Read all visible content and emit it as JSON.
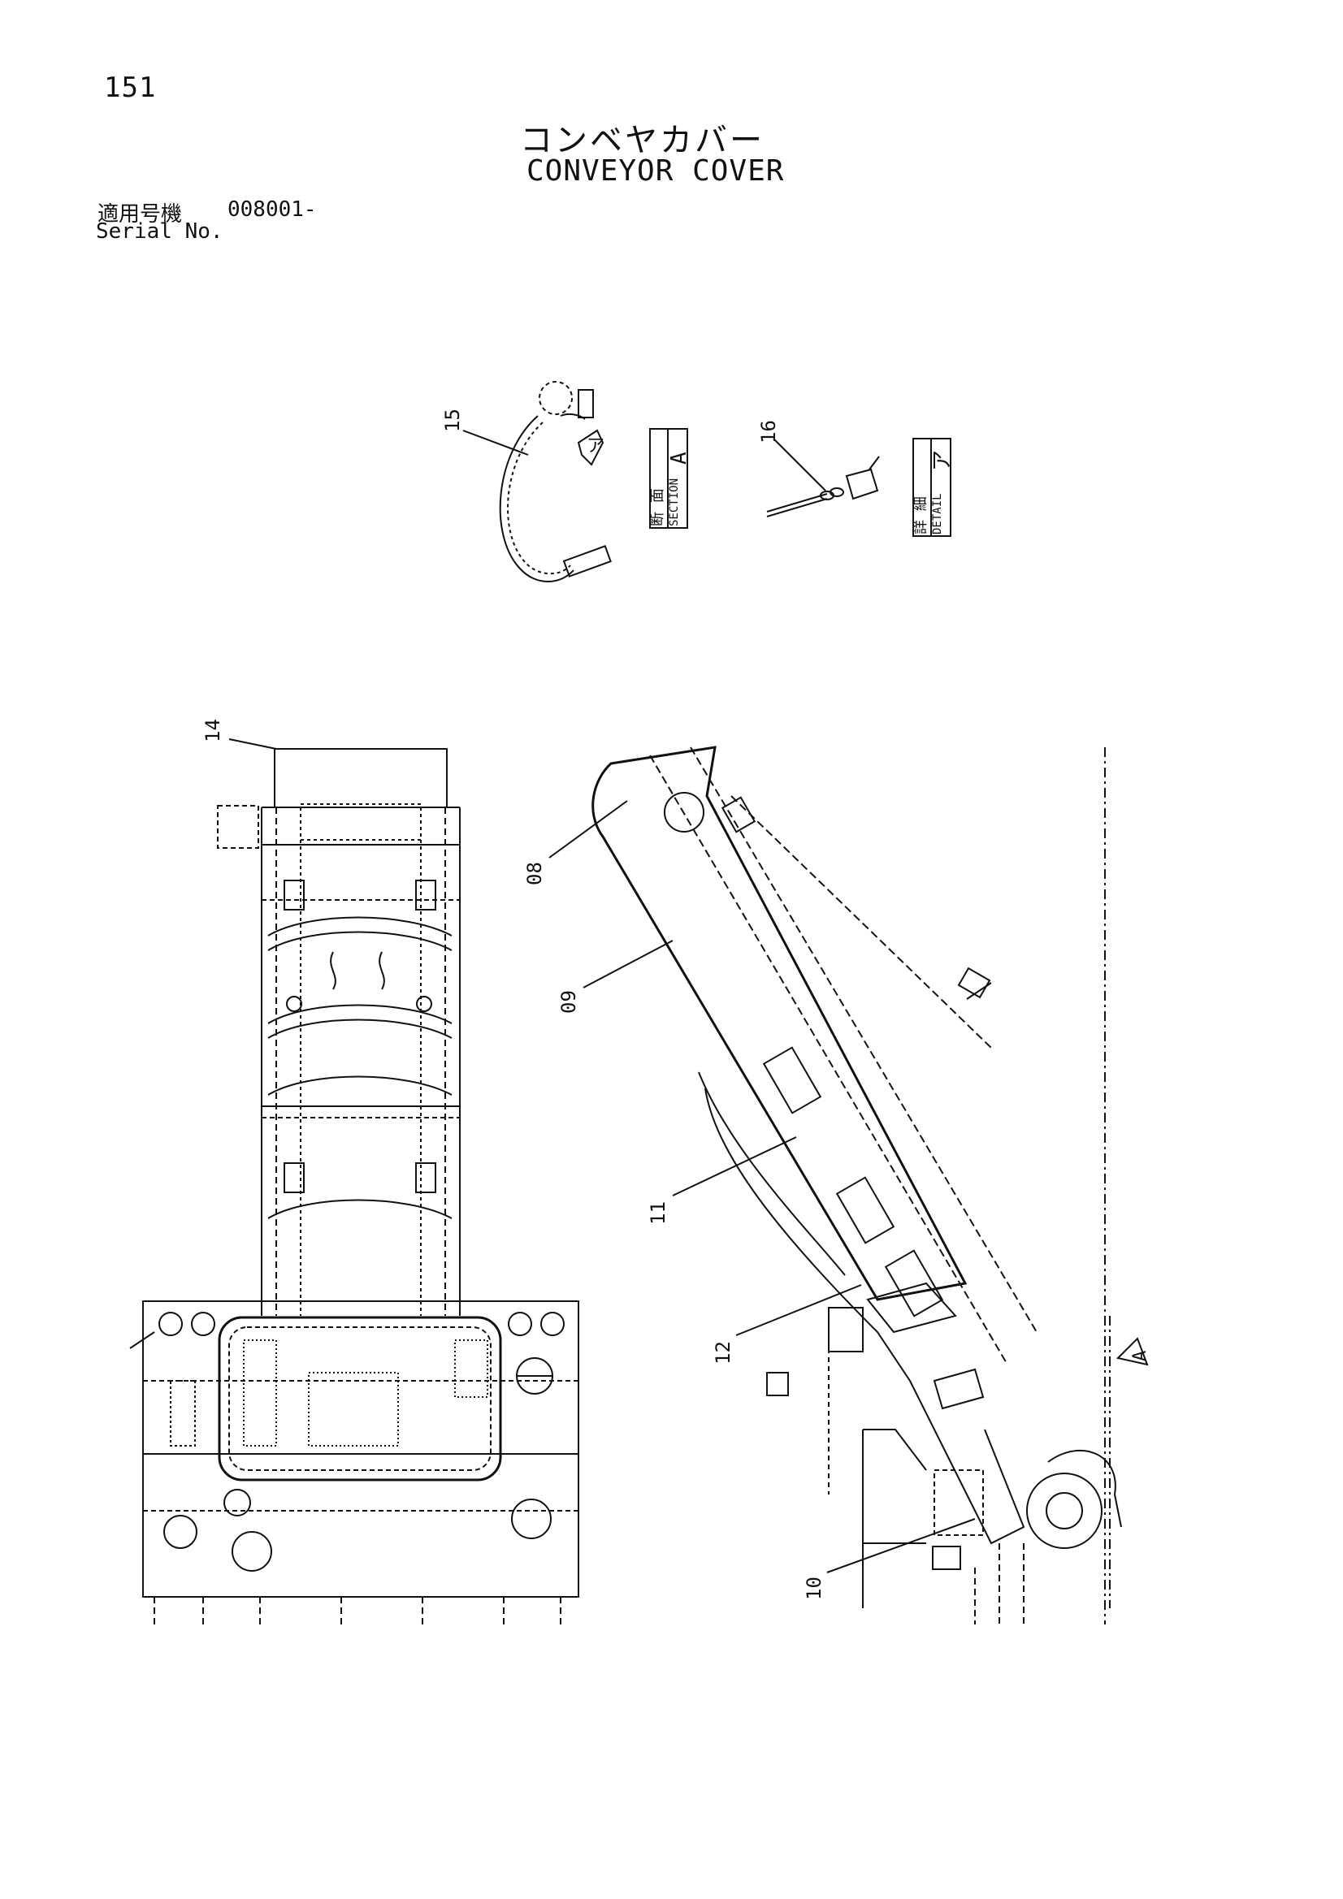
{
  "header": {
    "page_number": "151",
    "title_jp": "コンベヤカバー",
    "title_en": "CONVEYOR COVER",
    "serial_label_jp": "適用号機",
    "serial_value": "008001-",
    "serial_label_en": "Serial No."
  },
  "callouts": [
    "15",
    "16",
    "14",
    "08",
    "09",
    "11",
    "12",
    "10"
  ],
  "section_box": {
    "jp": "断 面",
    "en": "SECTION",
    "letter": "A"
  },
  "detail_box": {
    "jp": "詳 細",
    "en": "DETAIL",
    "letter": "ア"
  },
  "detail_marker": "ア",
  "view_marker": "A"
}
